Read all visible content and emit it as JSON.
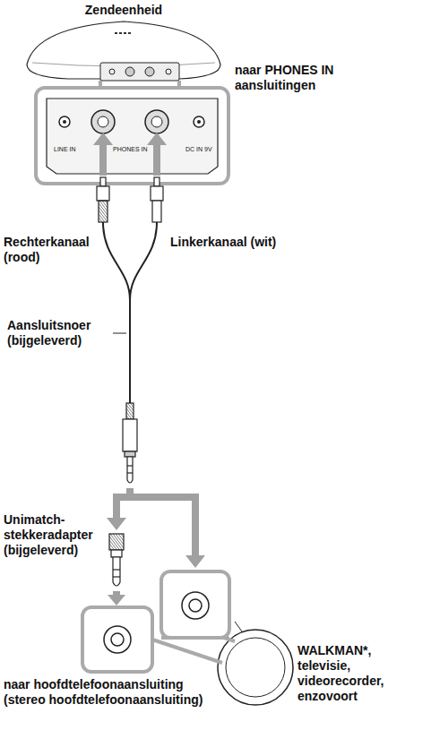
{
  "diagram": {
    "nodes": [
      {
        "text": [
          "Zendeenheid"
        ]
      },
      {
        "text": [
          "LINE IN",
          "PHONES IN",
          "DC IN 9V"
        ]
      }
    ],
    "labels": [
      "naar PHONES IN aansluitingen",
      "Rechterkanaal (rood)",
      "Linkerkanaal (wit)",
      "Aansluitsnoer (bijgeleverd)",
      "Unimatch- stekkeradapter (bijgeleverd)",
      "WALKMAN*, televisie, videorecorder, enzovoort",
      "naar hoofdtelefoonaansluiting (stereo hoofdtelefoonaansluiting)"
    ]
  }
}
